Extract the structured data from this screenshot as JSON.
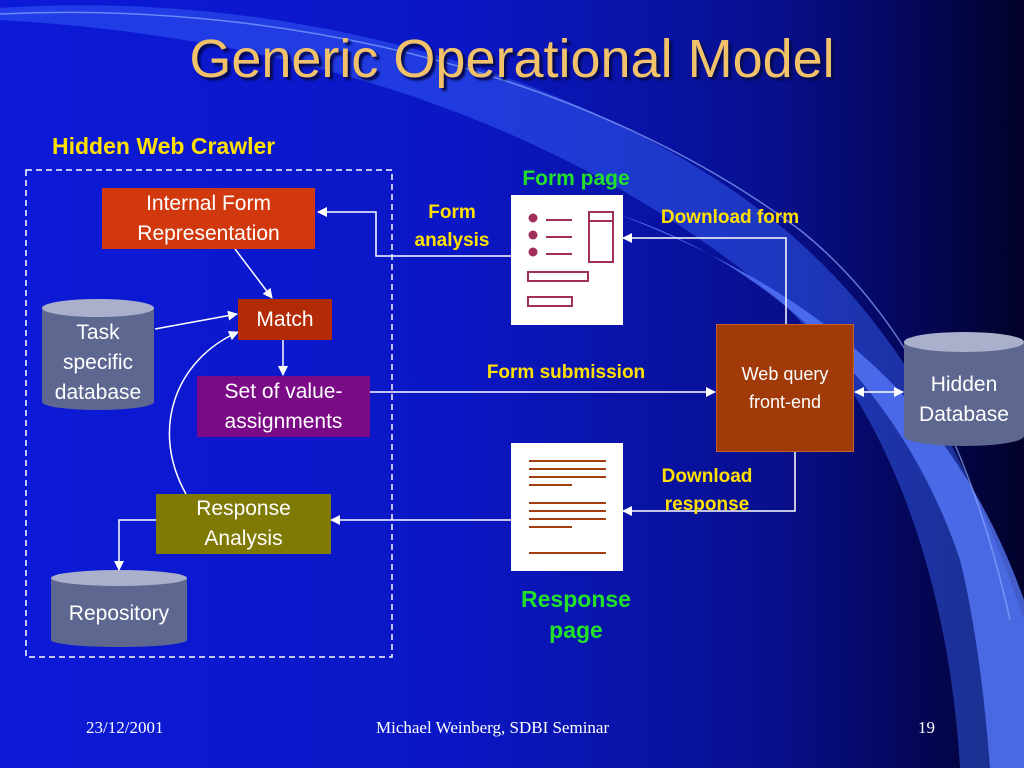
{
  "slide": {
    "title": "Generic Operational Model",
    "crawler_label": "Hidden Web Crawler"
  },
  "boxes": {
    "internal_form": "Internal Form Representation",
    "match": "Match",
    "value_assignments": "Set of value-assignments",
    "response_analysis": "Response Analysis",
    "web_query": "Web query front-end"
  },
  "databases": {
    "task_specific": "Task specific database",
    "repository": "Repository",
    "hidden": "Hidden Database"
  },
  "labels": {
    "form_page": "Form page",
    "response_page": "Response page",
    "form_analysis": "Form analysis",
    "download_form": "Download form",
    "form_submission": "Form submission",
    "download_response": "Download response"
  },
  "colors": {
    "title": "#f2c26a",
    "internal_form_box": "#d2380e",
    "match_box": "#b22a06",
    "value_assignments_box": "#7a0a86",
    "response_analysis_box": "#7f7a06",
    "web_query_box": "#a03a08",
    "database": "#5d6790",
    "label_yellow": "#ffe000",
    "label_green": "#22e02a"
  },
  "footer": {
    "date": "23/12/2001",
    "author": "Michael Weinberg, SDBI Seminar",
    "page_number": "19"
  }
}
